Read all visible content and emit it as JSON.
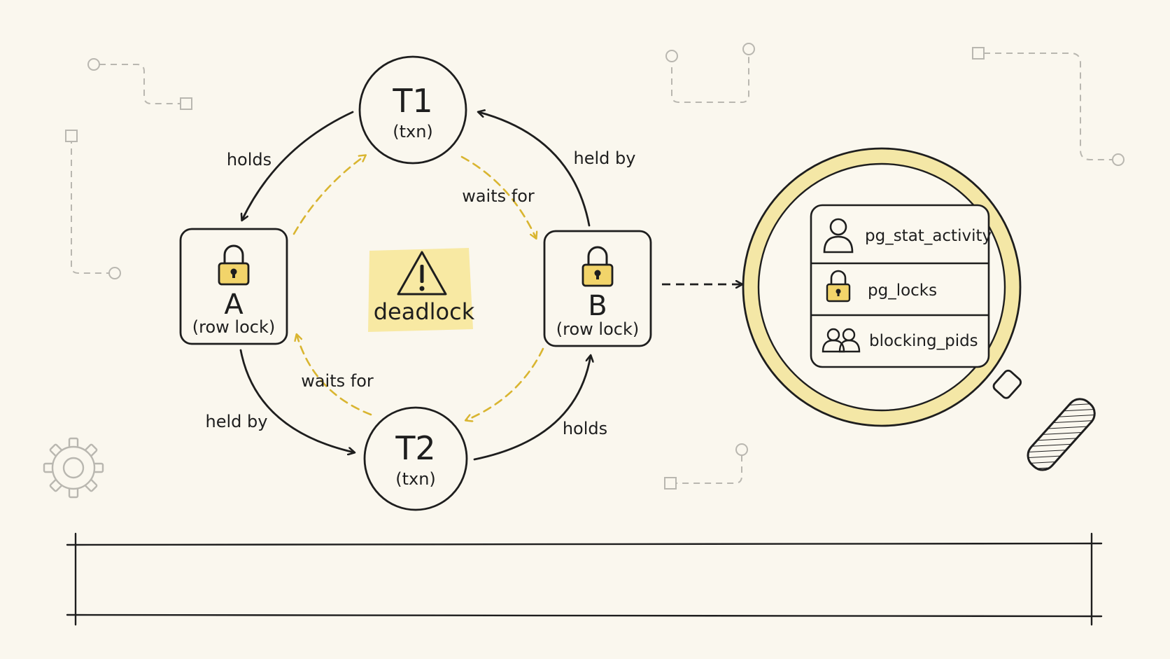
{
  "colors": {
    "ink": "#1e1e1e",
    "accent": "#d9b530",
    "highlight": "#f7e79a",
    "lens": "#f4e7a6",
    "faint": "#b9b7b0",
    "background": "#faf7ee"
  },
  "nodes": {
    "t1": {
      "title": "T1",
      "sub": "(txn)"
    },
    "t2": {
      "title": "T2",
      "sub": "(txn)"
    },
    "lock_a": {
      "letter": "A",
      "sub": "(row lock)",
      "icon": "padlock-icon"
    },
    "lock_b": {
      "letter": "B",
      "sub": "(row lock)",
      "icon": "padlock-icon"
    }
  },
  "center": {
    "label": "deadlock",
    "icon": "warning-triangle-icon"
  },
  "edges": {
    "t1_holds_a": "holds",
    "b_held_by_t1": "held by",
    "a_held_by_t2": "held by",
    "t2_holds_b": "holds",
    "t1_waits_for_b": "waits for",
    "t2_waits_for_a": "waits for"
  },
  "panel": {
    "icon": "magnifying-glass-icon",
    "items": [
      {
        "label": "pg_stat_activity",
        "icon": "user-icon"
      },
      {
        "label": "pg_locks",
        "icon": "padlock-icon"
      },
      {
        "label": "blocking_pids",
        "icon": "users-icon"
      }
    ]
  },
  "decor": {
    "gear": "gear-icon"
  }
}
